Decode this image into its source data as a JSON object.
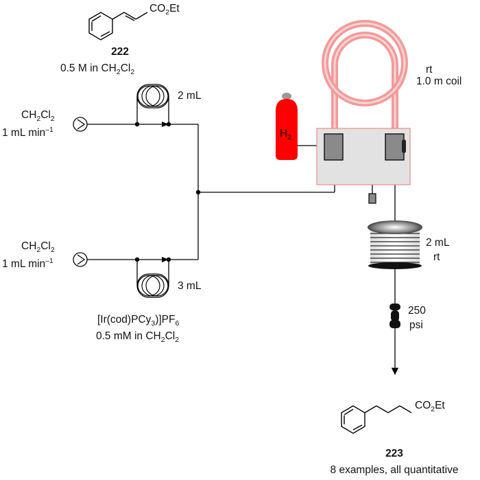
{
  "reagent_top": {
    "id": "222",
    "co2et": [
      "CO",
      "2",
      "Et"
    ],
    "concentration": [
      "0.5 M in CH",
      "2",
      "Cl",
      "2"
    ]
  },
  "pump_top": {
    "solvent": [
      "CH",
      "2",
      "Cl",
      "2"
    ],
    "flow": [
      "1 mL min",
      "–1"
    ]
  },
  "pump_bottom": {
    "solvent": [
      "CH",
      "2",
      "Cl",
      "2"
    ],
    "flow": [
      "1 mL min",
      "–1"
    ]
  },
  "loop_top": {
    "volume": "2 mL"
  },
  "loop_bottom": {
    "volume": "3 mL"
  },
  "catalyst": {
    "formula": [
      "[Ir(cod)PCy",
      "3",
      ")]PF",
      "6"
    ],
    "concentration": [
      "0.5 mM in CH",
      "2",
      "Cl",
      "2"
    ]
  },
  "gas": {
    "label": [
      "H",
      "2"
    ]
  },
  "coil_top": {
    "temp": "rt",
    "length": "1.0 m coil"
  },
  "coil_bottom": {
    "volume": "2 mL",
    "temp": "rt"
  },
  "bpr": {
    "value": "250",
    "unit": "psi"
  },
  "product": {
    "id": "223",
    "co2et": [
      "CO",
      "2",
      "Et"
    ],
    "note": "8 examples, all quantitative"
  },
  "colors": {
    "gas_cylinder": "#ff0000",
    "coil_tube": "#f49999",
    "reactor_box": "#e2e2e2",
    "reactor_border": "#f08a8a",
    "valve": "#8a8a8a"
  }
}
